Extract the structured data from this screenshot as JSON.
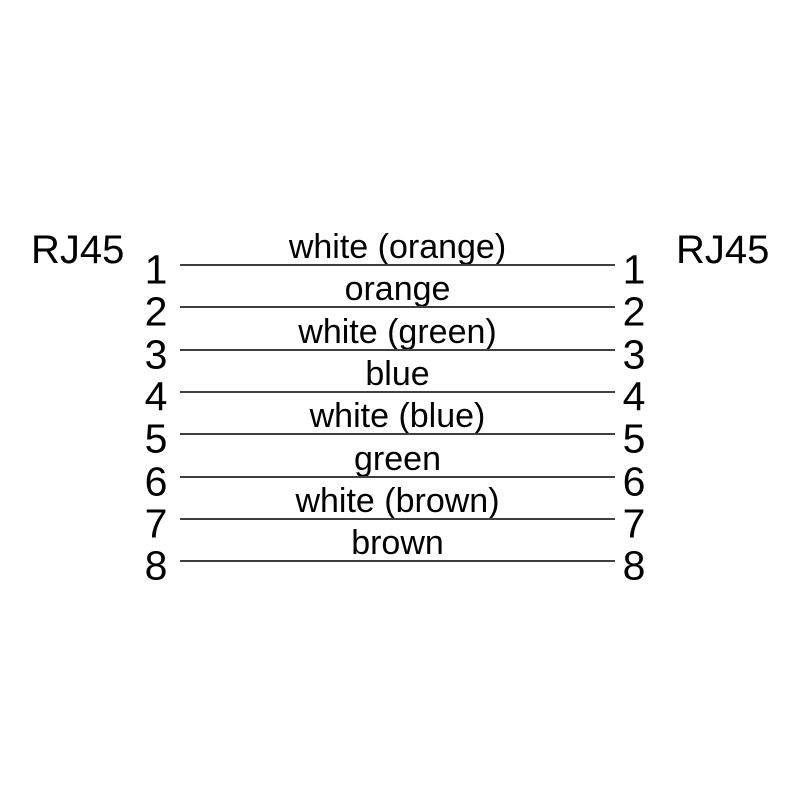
{
  "diagram": {
    "type": "rj45-straight-through-cable-pinout",
    "left_connector_label": "RJ45",
    "right_connector_label": "RJ45",
    "colors": {
      "background": "#ffffff",
      "wire_line": "#3f3f3f",
      "text": "#000000"
    },
    "pins": [
      {
        "left_pin": "1",
        "right_pin": "1",
        "wire": "white (orange)"
      },
      {
        "left_pin": "2",
        "right_pin": "2",
        "wire": "orange"
      },
      {
        "left_pin": "3",
        "right_pin": "3",
        "wire": "white (green)"
      },
      {
        "left_pin": "4",
        "right_pin": "4",
        "wire": "blue"
      },
      {
        "left_pin": "5",
        "right_pin": "5",
        "wire": "white (blue)"
      },
      {
        "left_pin": "6",
        "right_pin": "6",
        "wire": "green"
      },
      {
        "left_pin": "7",
        "right_pin": "7",
        "wire": "white (brown)"
      },
      {
        "left_pin": "8",
        "right_pin": "8",
        "wire": "brown"
      }
    ]
  }
}
